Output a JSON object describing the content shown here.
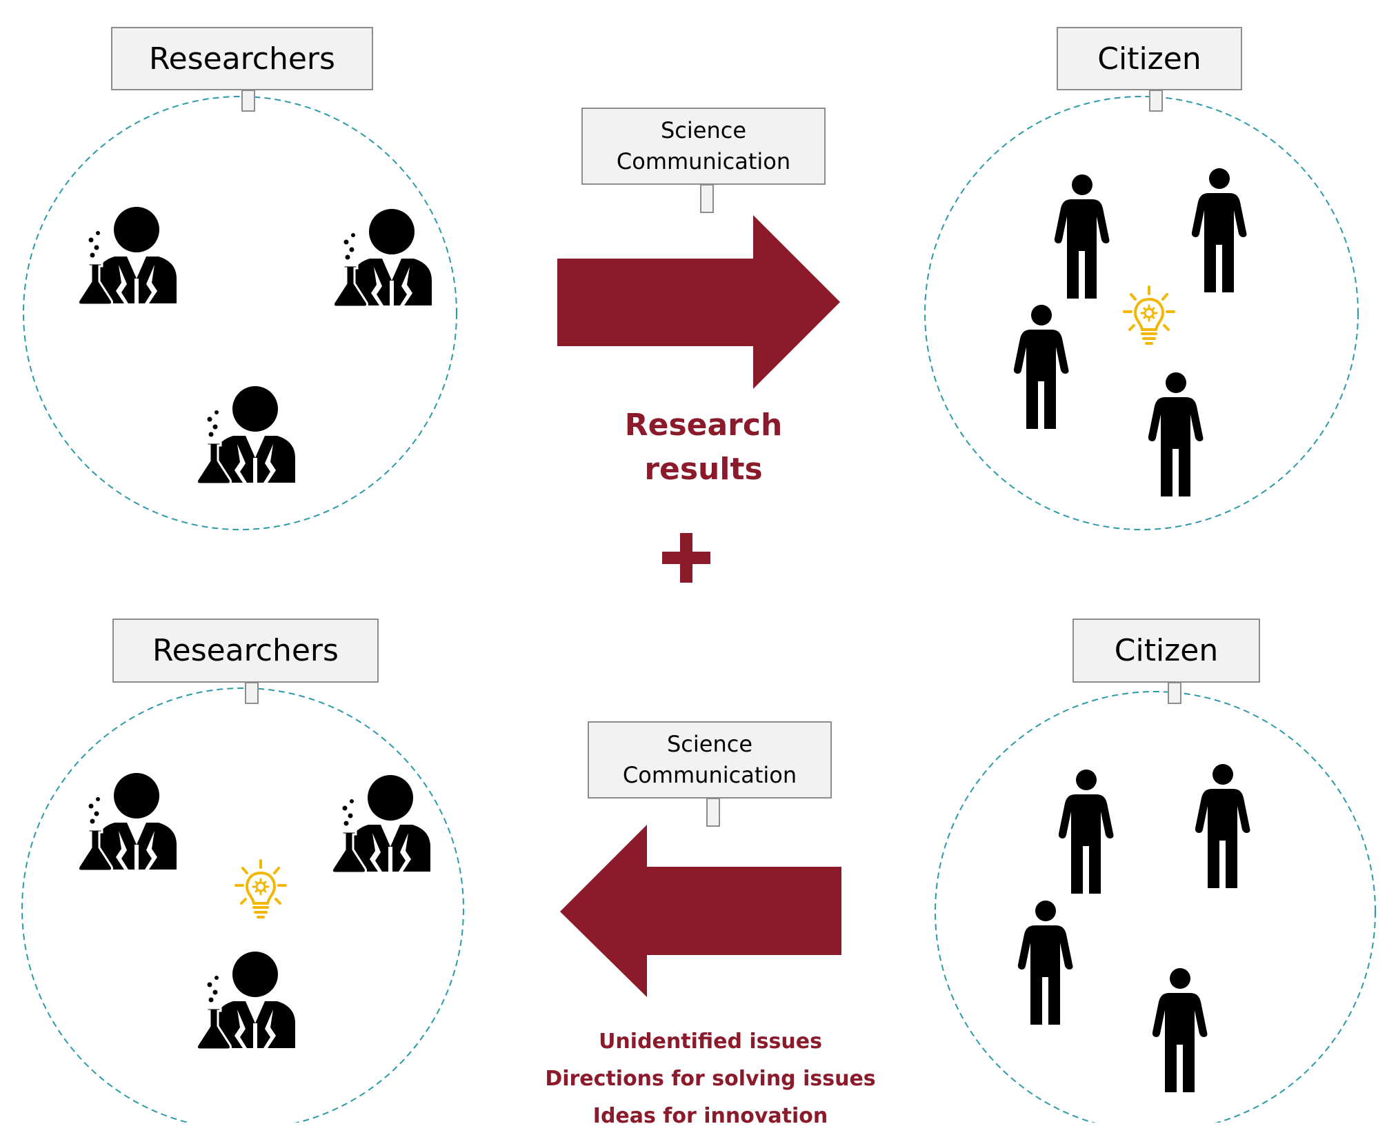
{
  "top": {
    "researchers_label": "Researchers",
    "citizen_label": "Citizen",
    "channel_label_line1": "Science",
    "channel_label_line2": "Communication",
    "flow_text_line1": "Research",
    "flow_text_line2": "results"
  },
  "bottom": {
    "researchers_label": "Researchers",
    "citizen_label": "Citizen",
    "channel_label_line1": "Science",
    "channel_label_line2": "Communication",
    "flow_items": [
      "Unidentified issues",
      "Directions for solving issues",
      "Ideas for innovation"
    ]
  },
  "plus_sign": "+",
  "icons": {
    "researcher": "scientist-with-flask-icon",
    "citizen": "person-icon",
    "idea": "lightbulb-gear-icon"
  },
  "colors": {
    "arrow": "#8b1a2b",
    "group_circle": "#2a9aa8",
    "idea_bulb": "#f2b705",
    "label_fill": "#f2f2f2",
    "label_border": "#8c8c8c"
  }
}
